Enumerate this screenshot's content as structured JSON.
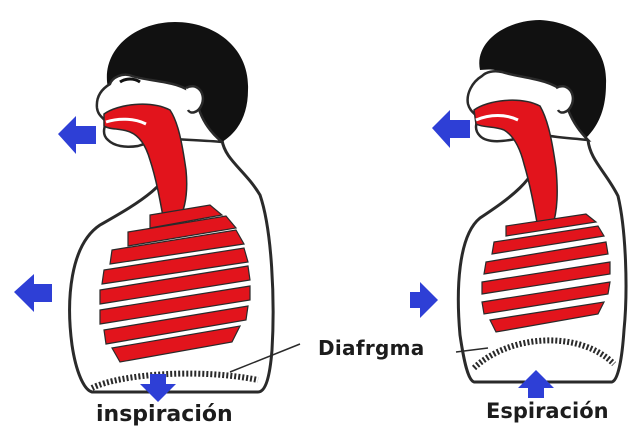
{
  "labels": {
    "diaphragm": "Diafrgma",
    "inhalation": "inspiración",
    "exhalation": "Espiración"
  },
  "colors": {
    "airway": "#e2141c",
    "ribs": "#e2141c",
    "hair": "#111111",
    "outline": "#2a2a2a",
    "arrows": "#2e3fd6"
  },
  "icons": [
    "arrow-left-icon",
    "arrow-right-icon",
    "arrow-down-icon",
    "arrow-up-icon"
  ]
}
